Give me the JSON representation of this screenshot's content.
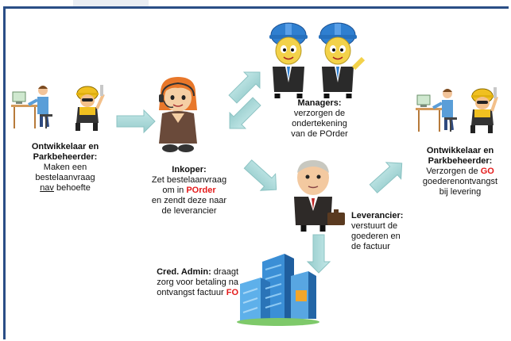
{
  "colors": {
    "arrow": "#a9d9d9",
    "frame": "#2a4e86",
    "helmet": "#2f7fd0",
    "highlight": "#e41b1b"
  },
  "icons": [
    "developer-at-desk-icon",
    "construction-worker-icon",
    "call-center-agent-icon",
    "manager-with-helmet-icon",
    "business-man-icon",
    "office-buildings-icon",
    "flow-arrow-icon"
  ],
  "developer_left": {
    "title_line1": "Ontwikkelaar en",
    "title_line2": "Parkbeheerder:",
    "desc_line1": "Maken een",
    "desc_line2": "bestelaanvraag",
    "desc_line3_u": "nav",
    "desc_line3_rest": " behoefte"
  },
  "buyer": {
    "title": "Inkoper:",
    "desc_line1": "Zet bestelaanvraag",
    "desc_line2_pre": "om in ",
    "desc_line2_red": "POrder",
    "desc_line3": "en zendt deze naar",
    "desc_line4": "de leverancier"
  },
  "managers": {
    "title": "Managers:",
    "desc_line1": "verzorgen de",
    "desc_line2": "ondertekening",
    "desc_line3": "van de POrder"
  },
  "developer_right": {
    "title_line1": "Ontwikkelaar en",
    "title_line2": "Parkbeheerder:",
    "desc_line1_pre": "Verzorgen de ",
    "desc_line1_red": "GO",
    "desc_line2": "goederenontvangst",
    "desc_line3": "bij levering"
  },
  "supplier": {
    "title": "Leverancier:",
    "desc_line1": "verstuurt de",
    "desc_line2": "goederen en",
    "desc_line3": "de factuur"
  },
  "cred_admin": {
    "title": "Cred. Admin:",
    "desc_line1_rest": " draagt",
    "desc_line2": "zorg voor betaling na",
    "desc_line3_pre": "ontvangst factuur ",
    "desc_line3_red": "FO"
  }
}
